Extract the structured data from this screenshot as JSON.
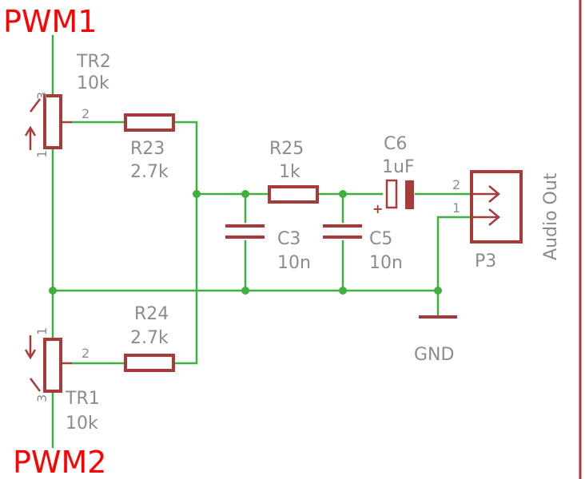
{
  "nets": {
    "top": "PWM1",
    "bottom": "PWM2"
  },
  "parts": {
    "tr2": {
      "name": "TR2",
      "value": "10k",
      "pin_top": "3",
      "pin_wiper": "2",
      "pin_bottom": "1"
    },
    "tr1": {
      "name": "TR1",
      "value": "10k",
      "pin_top": "1",
      "pin_wiper": "2",
      "pin_bottom": "3"
    },
    "r23": {
      "name": "R23",
      "value": "2.7k"
    },
    "r24": {
      "name": "R24",
      "value": "2.7k"
    },
    "r25": {
      "name": "R25",
      "value": "1k"
    },
    "c3": {
      "name": "C3",
      "value": "10n"
    },
    "c5": {
      "name": "C5",
      "value": "10n"
    },
    "c6": {
      "name": "C6",
      "value": "1uF",
      "polarity": "+"
    },
    "p3": {
      "name": "P3",
      "pin_a": "2",
      "pin_b": "1"
    }
  },
  "ground": {
    "label": "GND"
  },
  "sheet_title": "Audio Out",
  "colors": {
    "wire": "#3fb040",
    "part": "#a83a3a",
    "label": "#8c8c8c",
    "net": "#ff0000"
  }
}
